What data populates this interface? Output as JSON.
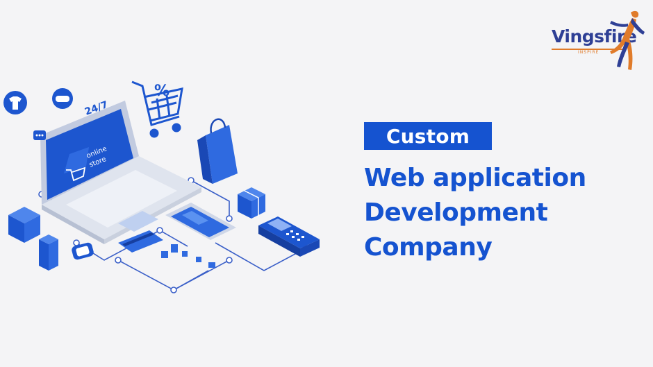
{
  "brand": {
    "name": "Vingsfire",
    "tagline": "INSPIRE",
    "primary_color": "#2e3f95",
    "accent_color": "#e07b2a"
  },
  "hero": {
    "badge": "Custom",
    "headline_lines": [
      "Web application",
      "Development",
      "Company"
    ],
    "accent_color": "#1553d0"
  },
  "illustration": {
    "screen_line1": "online",
    "screen_line2": "store",
    "hours": "24/7",
    "percent": "%"
  }
}
